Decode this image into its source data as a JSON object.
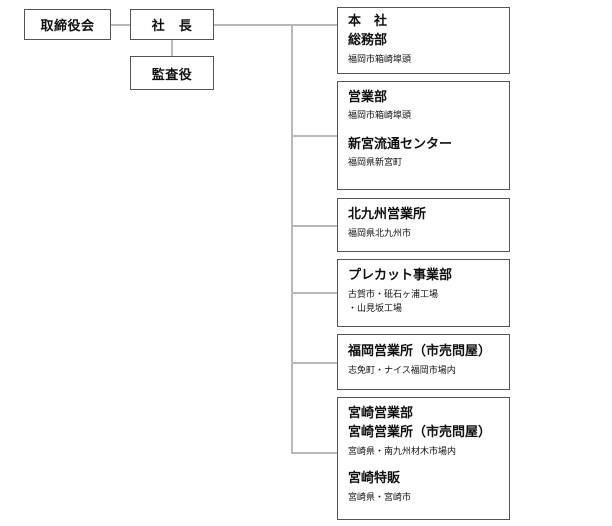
{
  "board": "取締役会",
  "president": "社　長",
  "auditor": "監査役",
  "units": [
    {
      "lines": [
        "本　社",
        "総務部"
      ],
      "location": "福岡市箱崎埠頭"
    },
    {
      "name": "営業部",
      "location": "福岡市箱崎埠頭",
      "name2": "新宮流通センター",
      "location2": "福岡県新宮町"
    },
    {
      "name": "北九州営業所",
      "location": "福岡県北九州市"
    },
    {
      "name": "プレカット事業部",
      "location": "古賀市・砥石ヶ浦工場",
      "location_b": "・山見坂工場"
    },
    {
      "name": "福岡営業所（市売問屋）",
      "location": "志免町・ナイス福岡市場内"
    },
    {
      "lines": [
        "宮崎営業部",
        "宮崎営業所（市売問屋）"
      ],
      "location": "宮崎県・南九州材木市場内",
      "name2": "宮崎特販",
      "location2": "宮崎県・宮崎市"
    }
  ]
}
